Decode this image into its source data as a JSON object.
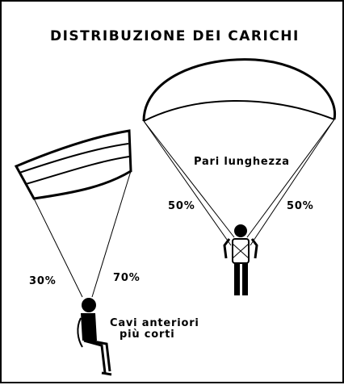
{
  "title": "DISTRIBUZIONE DEI CARICHI",
  "right_wing": {
    "caption": "Pari lunghezza",
    "left_percent": "50%",
    "right_percent": "50%"
  },
  "left_wing": {
    "left_percent": "30%",
    "right_percent": "70%",
    "caption_line1": "Cavi anteriori",
    "caption_line2": "più corti"
  },
  "colors": {
    "ink": "#000000",
    "background": "#ffffff"
  }
}
